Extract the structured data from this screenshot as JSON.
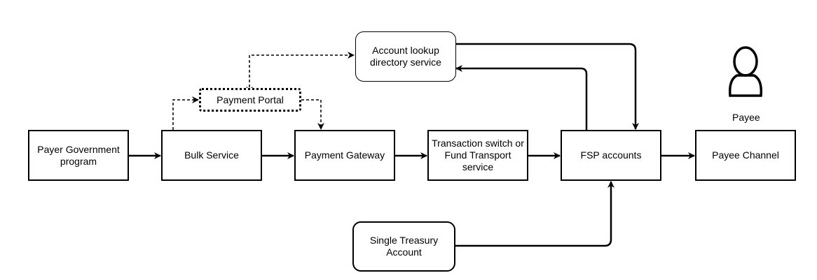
{
  "diagram": {
    "nodes": {
      "payer": "Payer Government\nprogram",
      "bulk": "Bulk Service",
      "portal": "Payment Portal",
      "gateway": "Payment Gateway",
      "switch": "Transaction switch or\nFund Transport\nservice",
      "lookup": "Account lookup\ndirectory service",
      "fsp": "FSP accounts",
      "channel": "Payee Channel",
      "treasury": "Single Treasury\nAccount"
    },
    "payee": {
      "label": "Payee",
      "icon": "person-icon"
    },
    "colors": {
      "stroke": "#000000",
      "background": "#ffffff"
    }
  }
}
